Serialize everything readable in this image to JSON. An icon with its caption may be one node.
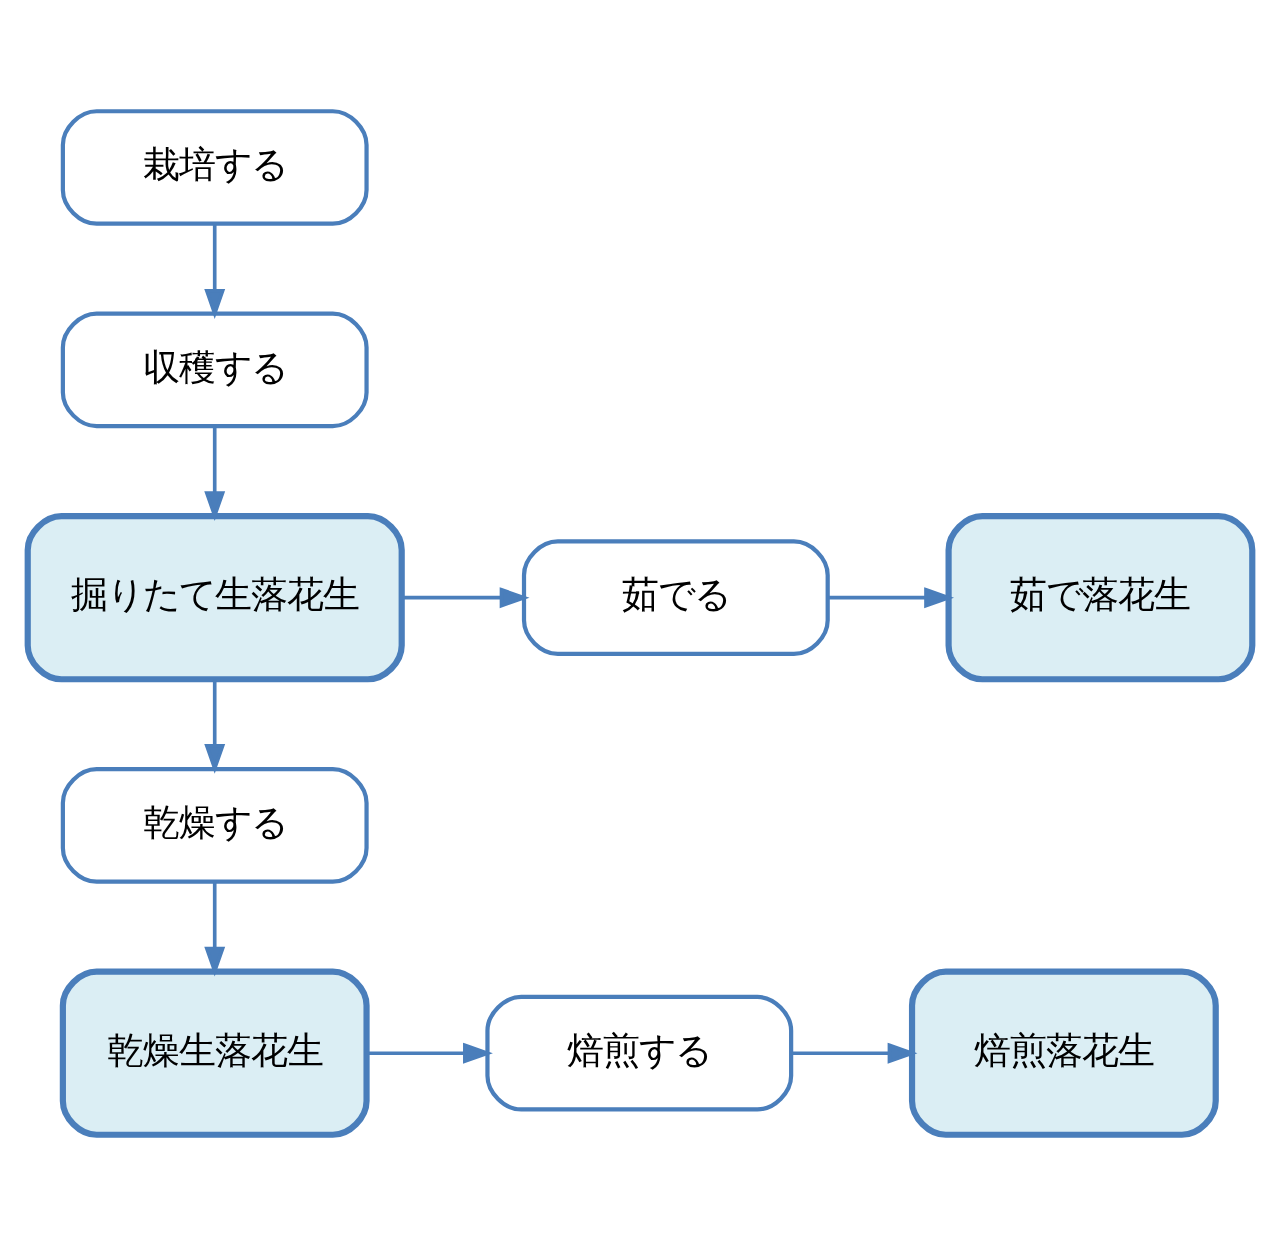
{
  "diagram": {
    "nodes": [
      {
        "text": [
          "栽培する"
        ]
      },
      {
        "text": [
          "収穫する"
        ]
      },
      {
        "text": [
          "掘りたて生落花生"
        ]
      },
      {
        "text": [
          "茹でる"
        ]
      },
      {
        "text": [
          "茹で落花生"
        ]
      },
      {
        "text": [
          "乾燥する"
        ]
      },
      {
        "text": [
          "乾燥生落花生"
        ]
      },
      {
        "text": [
          "焙煎する"
        ]
      },
      {
        "text": [
          "焙煎落花生"
        ]
      }
    ],
    "edges": [
      {
        "from": 0,
        "to": 1,
        "arrow": "to"
      },
      {
        "from": 1,
        "to": 2,
        "arrow": "to"
      },
      {
        "from": 2,
        "to": 3,
        "arrow": "to"
      },
      {
        "from": 3,
        "to": 4,
        "arrow": "to"
      },
      {
        "from": 2,
        "to": 5,
        "arrow": "to"
      },
      {
        "from": 5,
        "to": 6,
        "arrow": "to"
      },
      {
        "from": 6,
        "to": 7,
        "arrow": "to"
      },
      {
        "from": 7,
        "to": 8,
        "arrow": "to"
      }
    ]
  }
}
